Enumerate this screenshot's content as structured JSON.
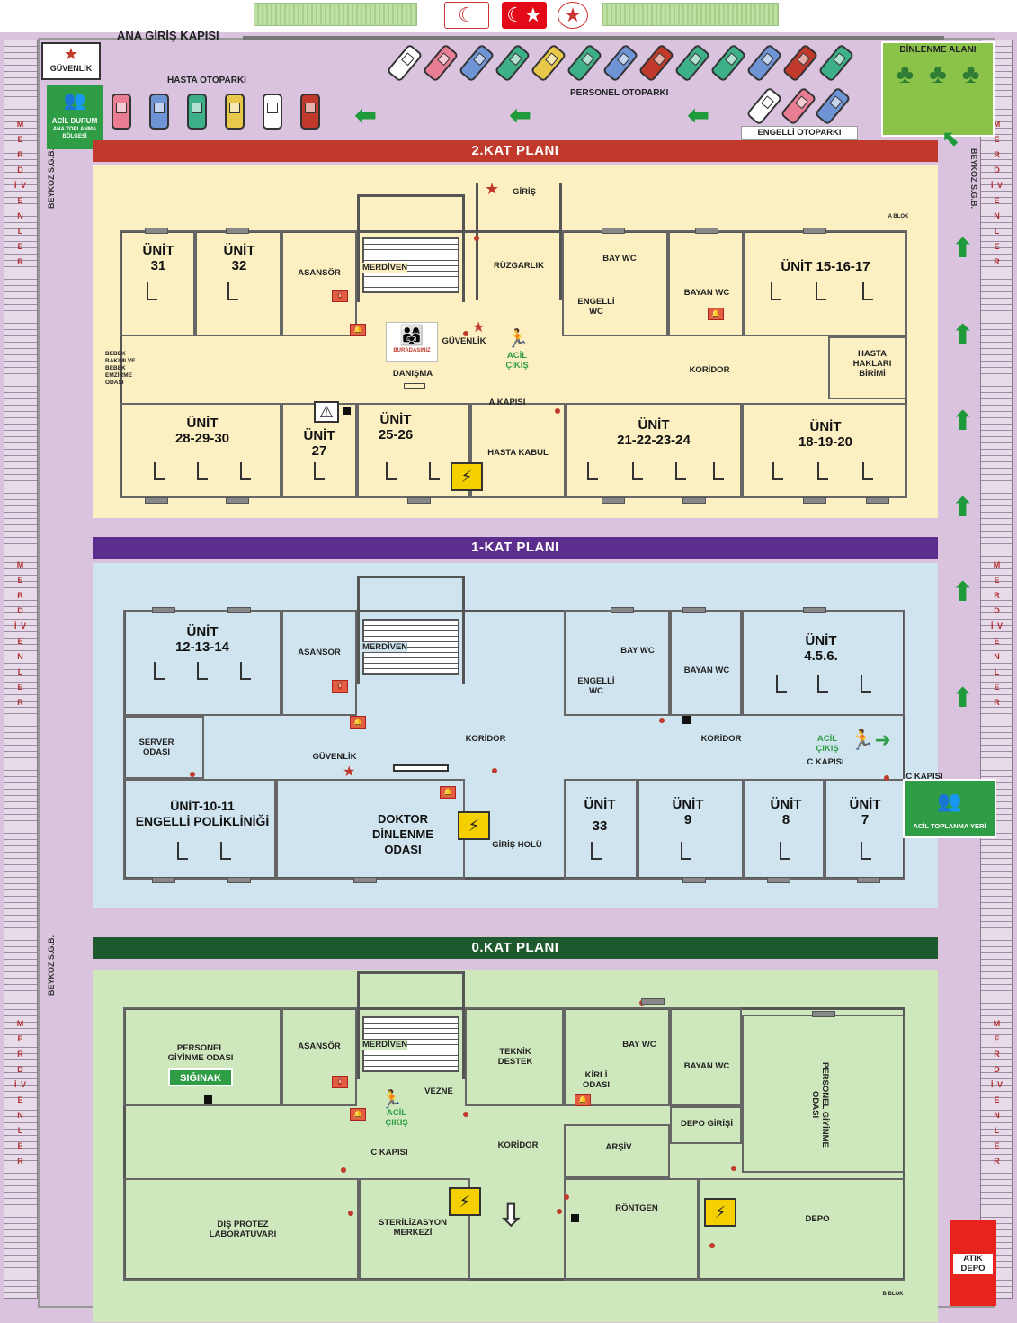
{
  "header": {
    "main_gate": "ANA GİRİŞ KAPISI",
    "security": "GÜVENLİK",
    "patient_parking": "HASTA OTOPARKI",
    "staff_parking": "PERSONEL OTOPARKI",
    "disabled_parking": "ENGELLİ OTOPARKI",
    "rest_area": "DİNLENME ALANI",
    "assembly_title": "ACİL DURUM",
    "assembly_sub": "ANA TOPLANMA BÖLGESİ",
    "beykoz_left_top": "BEYKOZ S.G.B.",
    "beykoz_right": "BEYKOZ S.G.B.",
    "beykoz_left_bottom": "BEYKOZ S.G.B."
  },
  "stairs_label": "M E R D İ V E N L E R",
  "colors": {
    "site_bg": "#d9c3de",
    "floor2_bg": "#fcf0c2",
    "floor1_bg": "#cfe4ee",
    "floor0_bg": "#cfe7bd",
    "banner2": "#c0392b",
    "banner1": "#5b2d8c",
    "banner0": "#1f5a2e",
    "accent_green": "#2e9d45"
  },
  "floor2": {
    "banner": "2.KAT PLANI",
    "rooms": {
      "u31": "ÜNİT\n31",
      "u32": "ÜNİT\n32",
      "asansor": "ASANSÖR",
      "merdiven": "MERDİVEN",
      "ruzgarlik": "RÜZGARLIK",
      "giris": "GİRİŞ",
      "bay_wc": "BAY WC",
      "bayan_wc": "BAYAN WC",
      "engelli_wc": "ENGELLİ\nWC",
      "u151617": "ÜNİT 15-16-17",
      "bebek": "BEBEK\nBAKIMI VE\nBEBEK\nEMZİRME\nODASI",
      "buradasiniz": "BURADASINIZ",
      "guvenlik": "GÜVENLİK",
      "danisma": "DANIŞMA",
      "acil": "ACİL\nÇIKIŞ",
      "koridor": "KORİDOR",
      "hasta_haklari": "HASTA\nHAKLARI\nBİRİMİ",
      "a_kapisi": "A KAPISI",
      "u282930": "ÜNİT\n28-29-30",
      "u27": "ÜNİT\n27",
      "u2526": "ÜNİT\n25-26",
      "hasta_kabul": "HASTA KABUL",
      "u21222324": "ÜNİT\n21-22-23-24",
      "u181920": "ÜNİT\n18-19-20",
      "a_blok": "A BLOK"
    }
  },
  "floor1": {
    "banner": "1-KAT PLANI",
    "rooms": {
      "u121314": "ÜNİT\n12-13-14",
      "asansor": "ASANSÖR",
      "merdiven": "MERDİVEN",
      "bay_wc": "BAY WC",
      "bayan_wc": "BAYAN WC",
      "engelli_wc": "ENGELLİ\nWC",
      "u456": "ÜNİT\n4.5.6.",
      "server": "SERVER\nODASI",
      "koridor1": "KORİDOR",
      "koridor2": "KORİDOR",
      "guvenlik": "GÜVENLİK",
      "acil": "ACİL\nÇIKIŞ",
      "c_kapisi": "C KAPISI",
      "c_kapisi_out": "C KAPISI",
      "u1011": "ÜNİT-10-11\nENGELLİ POLİKLİNİĞİ",
      "doktor": "DOKTOR\nDİNLENME\nODASI",
      "giris_holu": "GİRİŞ HOLÜ",
      "u33a": "ÜNİT",
      "u33b": "33",
      "u9": "ÜNİT\n9",
      "u8": "ÜNİT\n8",
      "u7": "ÜNİT\n7",
      "toplanma": "ACİL TOPLANMA YERİ"
    }
  },
  "floor0": {
    "banner": "0.KAT PLANI",
    "rooms": {
      "personel_giyinme": "PERSONEL\nGİYİNME ODASI",
      "siginak": "SIĞINAK",
      "asansor": "ASANSÖR",
      "merdiven": "MERDİVEN",
      "teknik": "TEKNİK\nDESTEK",
      "bay_wc": "BAY WC",
      "kirli": "KİRLİ\nODASI",
      "bayan_wc": "BAYAN WC",
      "personel_giyinme2": "PERSONEL GİYİNME ODASI",
      "vezne": "VEZNE",
      "acil": "ACİL\nÇIKIŞ",
      "c_kapisi": "C KAPISI",
      "koridor": "KORİDOR",
      "arsiv": "ARŞİV",
      "depo_girisi": "DEPO GİRİŞİ",
      "dis_protez": "DİŞ PROTEZ\nLABORATUVARI",
      "sterilizasyon": "STERİLİZASYON\nMERKEZİ",
      "rontgen": "RÖNTGEN",
      "depo": "DEPO",
      "atik": "ATIK\nDEPO",
      "b_blok": "B BLOK"
    }
  }
}
